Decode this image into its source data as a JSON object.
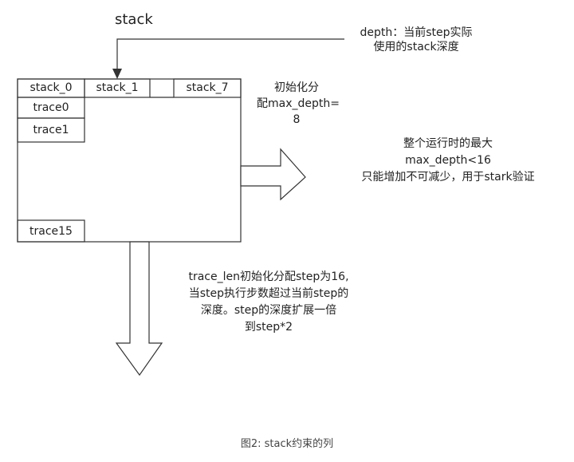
{
  "top_label": "stack",
  "depth_note": {
    "line1": "depth：当前step实际",
    "line2": "使用的stack深度"
  },
  "stack_cells": [
    "stack_0",
    "stack_1",
    "stack_7"
  ],
  "trace_cells": [
    "trace0",
    "trace1",
    "trace15"
  ],
  "init_note": {
    "line1": "初始化分",
    "line2": "配max_depth=",
    "line3": "8"
  },
  "max_note": {
    "line1": "整个运行时的最大",
    "line2": "max_depth<16",
    "line3": "只能增加不可减少，用于stark验证"
  },
  "trace_note": {
    "line1": "trace_len初始化分配step为16,",
    "line2": "当step执行步数超过当前step的",
    "line3": "深度。step的深度扩展一倍",
    "line4": "到step*2"
  },
  "caption": "图2: stack约束的列",
  "colors": {
    "stroke": "#333333",
    "text": "#222222",
    "caption": "#444444"
  }
}
